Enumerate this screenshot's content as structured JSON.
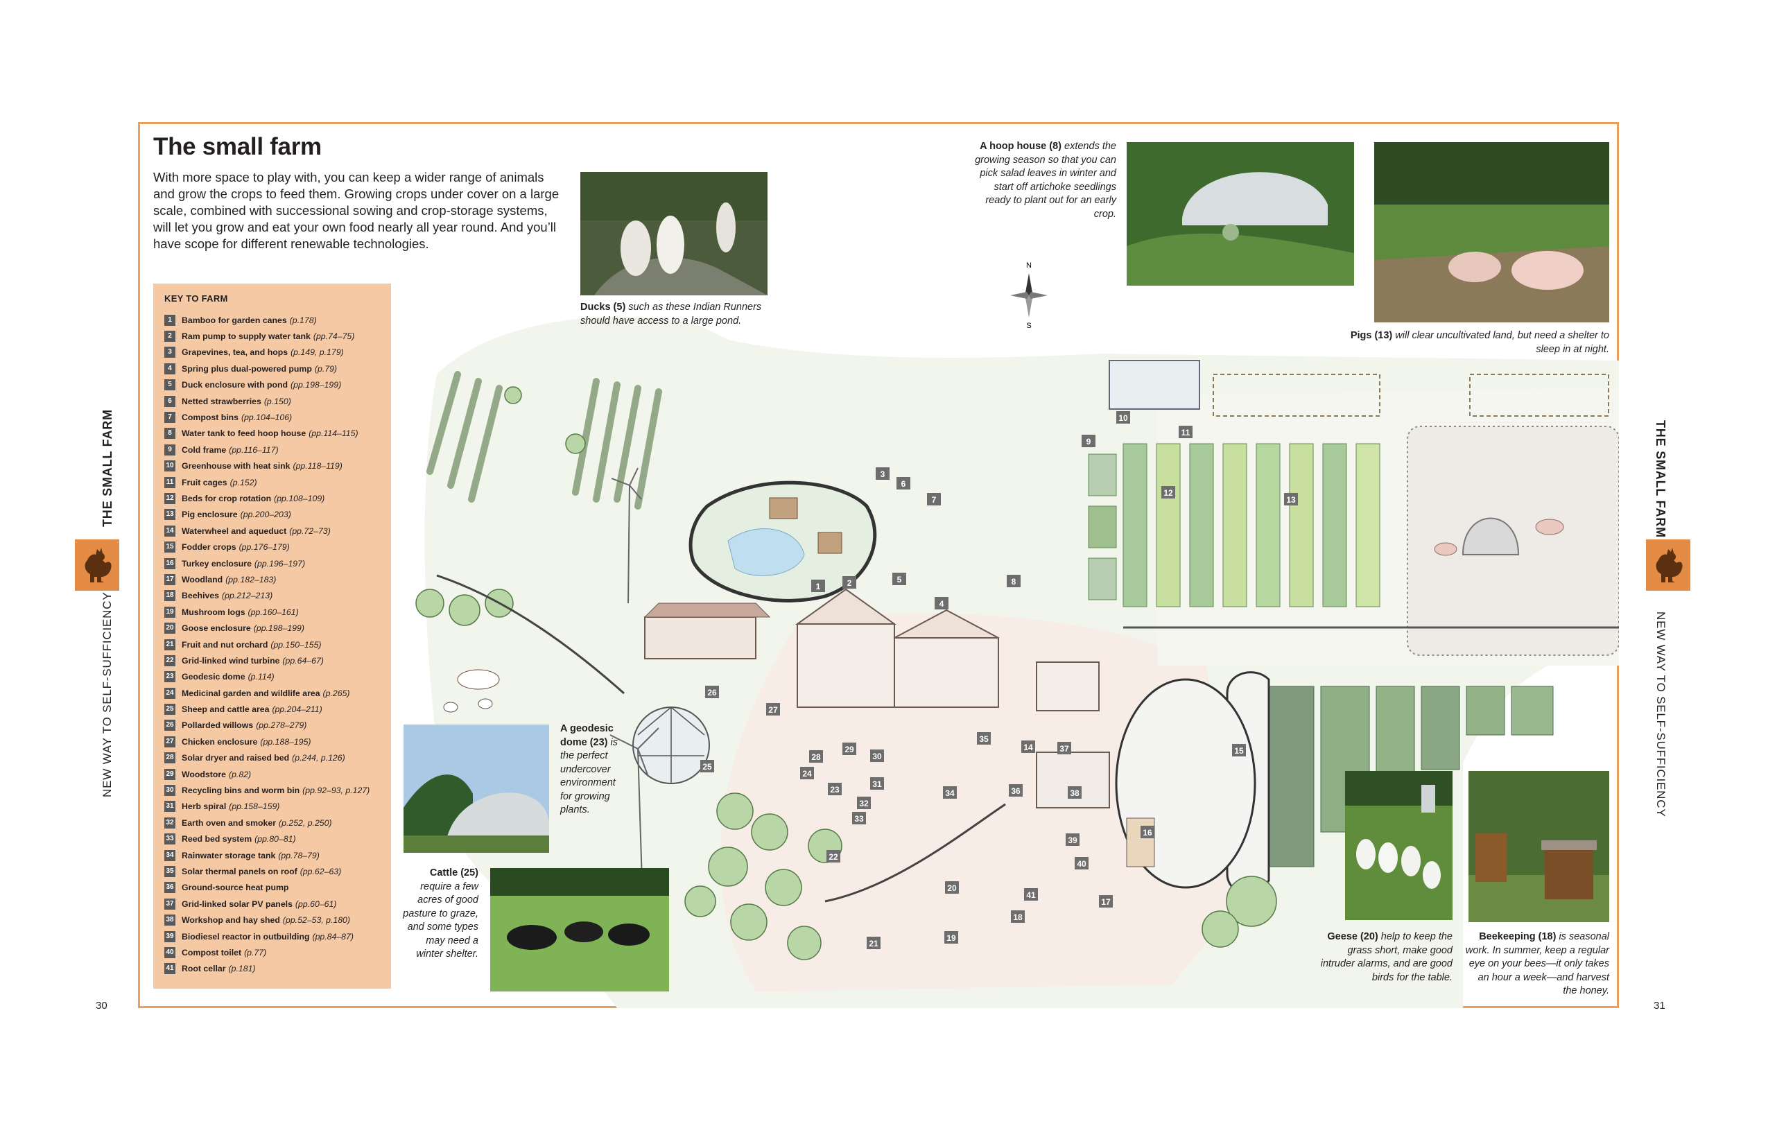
{
  "page": {
    "title": "The small farm",
    "intro": "With more space to play with, you can keep a wider range of animals and grow the crops to feed them. Growing crops under cover on a large scale, combined with successional sowing and crop-storage systems, will let you grow and eat your own food nearly all year round. And you’ll have scope for different renewable technologies.",
    "left_page_number": "30",
    "right_page_number": "31",
    "spine_title": "THE SMALL FARM",
    "spine_subtitle": "NEW WAY TO SELF-SUFFICIENCY",
    "accent_color": "#e48b46",
    "key_bg_color": "#f6c9a5"
  },
  "compass": {
    "north": "N",
    "south": "S"
  },
  "key": {
    "heading": "KEY TO FARM",
    "items": [
      {
        "num": "1",
        "name": "Bamboo for garden canes",
        "ref": "(p.178)"
      },
      {
        "num": "2",
        "name": "Ram pump to supply water tank",
        "ref": "(pp.74–75)"
      },
      {
        "num": "3",
        "name": "Grapevines, tea, and hops",
        "ref": "(p.149, p.179)"
      },
      {
        "num": "4",
        "name": "Spring plus dual-powered pump",
        "ref": "(p.79)"
      },
      {
        "num": "5",
        "name": "Duck enclosure with pond",
        "ref": "(pp.198–199)"
      },
      {
        "num": "6",
        "name": "Netted strawberries",
        "ref": "(p.150)"
      },
      {
        "num": "7",
        "name": "Compost bins",
        "ref": "(pp.104–106)"
      },
      {
        "num": "8",
        "name": "Water tank to feed hoop house",
        "ref": "(pp.114–115)"
      },
      {
        "num": "9",
        "name": "Cold frame",
        "ref": "(pp.116–117)"
      },
      {
        "num": "10",
        "name": "Greenhouse with heat sink",
        "ref": "(pp.118–119)"
      },
      {
        "num": "11",
        "name": "Fruit cages",
        "ref": "(p.152)"
      },
      {
        "num": "12",
        "name": "Beds for crop rotation",
        "ref": "(pp.108–109)"
      },
      {
        "num": "13",
        "name": "Pig enclosure",
        "ref": "(pp.200–203)"
      },
      {
        "num": "14",
        "name": "Waterwheel and aqueduct",
        "ref": "(pp.72–73)"
      },
      {
        "num": "15",
        "name": "Fodder crops",
        "ref": "(pp.176–179)"
      },
      {
        "num": "16",
        "name": "Turkey enclosure",
        "ref": "(pp.196–197)"
      },
      {
        "num": "17",
        "name": "Woodland",
        "ref": "(pp.182–183)"
      },
      {
        "num": "18",
        "name": "Beehives",
        "ref": "(pp.212–213)"
      },
      {
        "num": "19",
        "name": "Mushroom logs",
        "ref": "(pp.160–161)"
      },
      {
        "num": "20",
        "name": "Goose enclosure",
        "ref": "(pp.198–199)"
      },
      {
        "num": "21",
        "name": "Fruit and nut orchard",
        "ref": "(pp.150–155)"
      },
      {
        "num": "22",
        "name": "Grid-linked wind turbine",
        "ref": "(pp.64–67)"
      },
      {
        "num": "23",
        "name": "Geodesic dome",
        "ref": "(p.114)"
      },
      {
        "num": "24",
        "name": "Medicinal garden and wildlife area",
        "ref": "(p.265)"
      },
      {
        "num": "25",
        "name": "Sheep and cattle area",
        "ref": "(pp.204–211)"
      },
      {
        "num": "26",
        "name": "Pollarded willows",
        "ref": "(pp.278–279)"
      },
      {
        "num": "27",
        "name": "Chicken enclosure",
        "ref": "(pp.188–195)"
      },
      {
        "num": "28",
        "name": "Solar dryer and raised bed",
        "ref": "(p.244, p.126)"
      },
      {
        "num": "29",
        "name": "Woodstore",
        "ref": "(p.82)"
      },
      {
        "num": "30",
        "name": "Recycling bins and worm bin",
        "ref": "(pp.92–93, p.127)"
      },
      {
        "num": "31",
        "name": "Herb spiral",
        "ref": "(pp.158–159)"
      },
      {
        "num": "32",
        "name": "Earth oven and smoker",
        "ref": "(p.252, p.250)"
      },
      {
        "num": "33",
        "name": "Reed bed system",
        "ref": "(pp.80–81)"
      },
      {
        "num": "34",
        "name": "Rainwater storage tank",
        "ref": "(pp.78–79)"
      },
      {
        "num": "35",
        "name": "Solar thermal panels on roof",
        "ref": "(pp.62–63)"
      },
      {
        "num": "36",
        "name": "Ground-source heat pump",
        "ref": ""
      },
      {
        "num": "37",
        "name": "Grid-linked solar PV panels",
        "ref": "(pp.60–61)"
      },
      {
        "num": "38",
        "name": "Workshop and hay shed",
        "ref": "(pp.52–53, p.180)"
      },
      {
        "num": "39",
        "name": "Biodiesel reactor in outbuilding",
        "ref": "(pp.84–87)"
      },
      {
        "num": "40",
        "name": "Compost toilet",
        "ref": "(p.77)"
      },
      {
        "num": "41",
        "name": "Root cellar",
        "ref": "(p.181)"
      }
    ]
  },
  "captions": {
    "ducks": {
      "bold": "Ducks (5)",
      "text": " such as these Indian Runners should have access to a large pond."
    },
    "hoop": {
      "bold": "A hoop house (8)",
      "text": " extends the growing season so that you can pick salad leaves in winter and start off artichoke seedlings ready to plant out for an early crop."
    },
    "pigs": {
      "bold": "Pigs (13)",
      "text": " will clear uncultivated land, but need a shelter to sleep in at night."
    },
    "dome": {
      "bold": "A geodesic dome (23)",
      "text": " is the perfect undercover environment for growing plants."
    },
    "cattle": {
      "bold": "Cattle (25)",
      "text": " require a few acres of good pasture to graze, and some types may need a winter shelter."
    },
    "geese": {
      "bold": "Geese (20)",
      "text": " help to keep the grass short, make good intruder alarms, and are good birds for the table."
    },
    "bees": {
      "bold": "Beekeeping (18)",
      "text": " is seasonal work. In summer, keep a regular eye on your bees—it only takes an hour a week—and harvest the honey."
    }
  },
  "map_markers": [
    "1",
    "2",
    "3",
    "4",
    "5",
    "6",
    "7",
    "8",
    "9",
    "10",
    "11",
    "12",
    "13",
    "14",
    "15",
    "16",
    "17",
    "18",
    "19",
    "20",
    "21",
    "22",
    "23",
    "24",
    "25",
    "26",
    "27",
    "28",
    "29",
    "30",
    "31",
    "32",
    "33",
    "34",
    "35",
    "36",
    "37",
    "38",
    "39",
    "40",
    "41"
  ]
}
